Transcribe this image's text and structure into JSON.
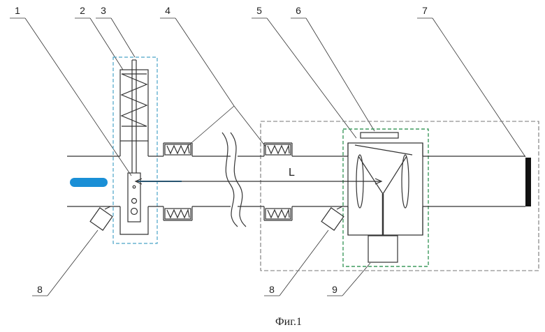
{
  "labels": {
    "l1": "1",
    "l2": "2",
    "l3": "3",
    "l4": "4",
    "l5": "5",
    "l6": "6",
    "l7": "7",
    "l8a": "8",
    "l8b": "8",
    "l9": "9"
  },
  "dimension_label": "L",
  "caption": "Фиг.1",
  "colors": {
    "line": "#333333",
    "beam_blue": "#1a8fd6",
    "region_blue_dashed": "#4aa3c8",
    "region_green_dashed": "#3f9a5f",
    "region_gray_dashed": "#777777",
    "detector_strip": "#111111"
  }
}
